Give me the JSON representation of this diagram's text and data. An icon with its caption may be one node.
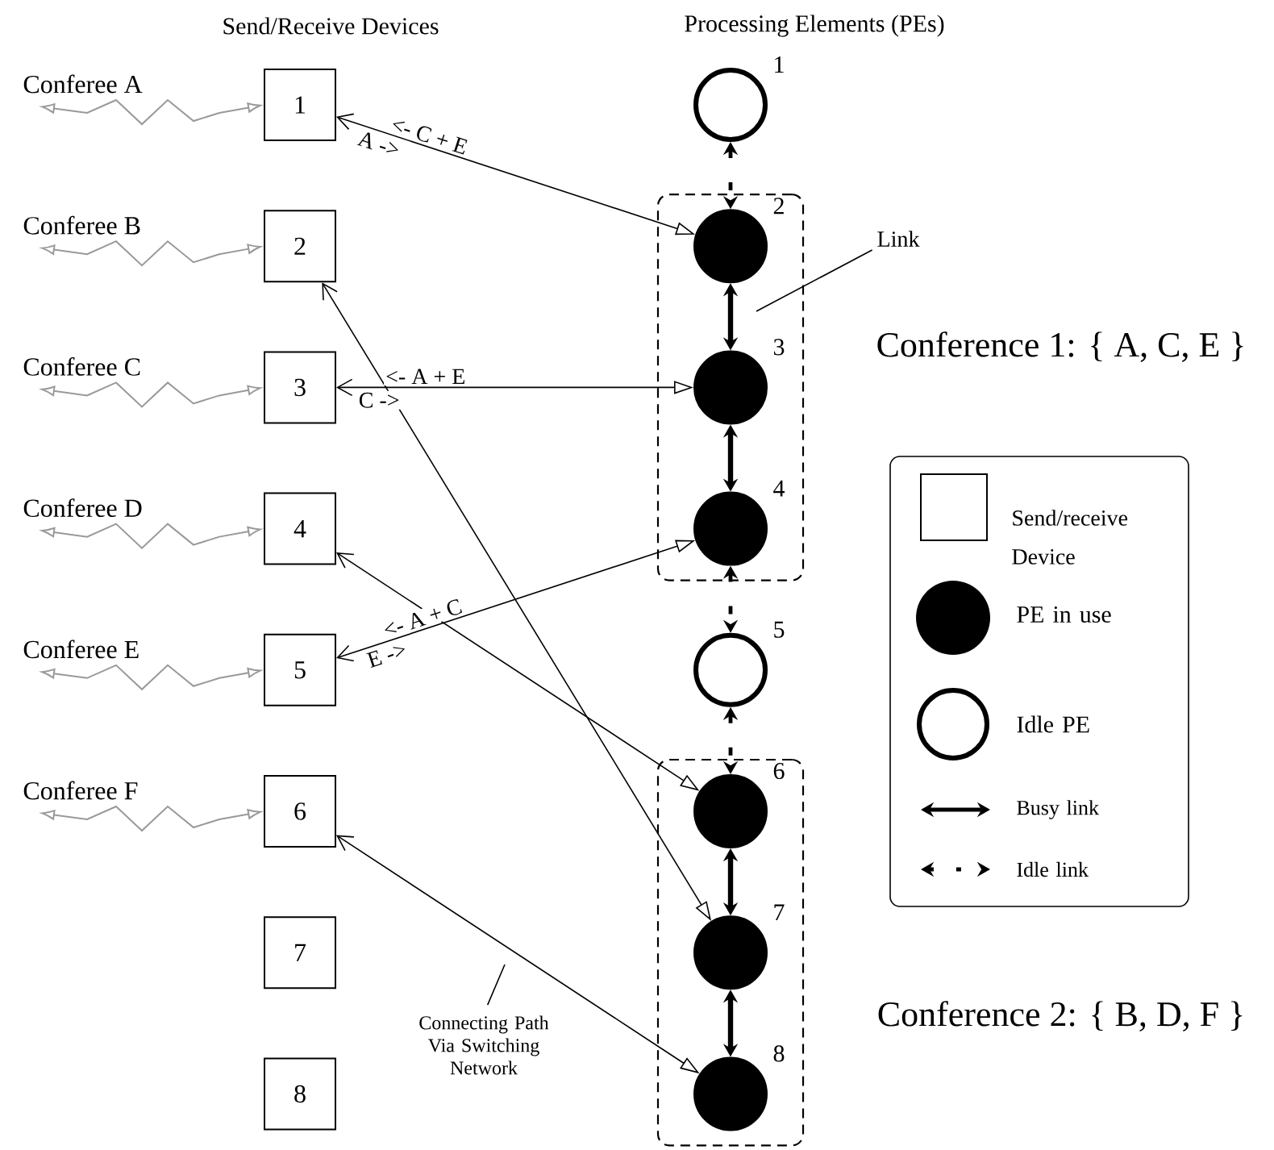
{
  "diagram": {
    "nodes": [
      {
        "text": [
          "1"
        ]
      },
      {
        "text": [
          "2"
        ]
      },
      {
        "text": [
          "3"
        ]
      },
      {
        "text": [
          "4"
        ]
      },
      {
        "text": [
          "5"
        ]
      },
      {
        "text": [
          "6"
        ]
      },
      {
        "text": [
          "7"
        ]
      },
      {
        "text": [
          "8"
        ]
      },
      {
        "text": [
          "1"
        ]
      },
      {
        "text": [],
        "shape": "box",
        "beside": [
          "Conference 1: { A, C, E }"
        ]
      },
      {
        "text": [
          "2"
        ],
        "in": 9
      },
      {
        "text": [
          "3"
        ],
        "in": 9
      },
      {
        "text": [
          "4"
        ],
        "in": 9
      },
      {
        "text": [
          "5"
        ]
      },
      {
        "text": [],
        "shape": "box",
        "beside": [
          "Conference 2: { B, D, F }"
        ]
      },
      {
        "text": [
          "6"
        ],
        "in": 14
      },
      {
        "text": [
          "7"
        ],
        "in": 14
      },
      {
        "text": [
          "8"
        ],
        "in": 14
      },
      {
        "text": [
          "Link"
        ]
      },
      {
        "text": [
          "Connecting Path Via Switching Network"
        ]
      },
      {
        "text": [
          "Conferee A"
        ]
      },
      {
        "text": [
          "Conferee B"
        ]
      },
      {
        "text": [
          "Conferee C"
        ]
      },
      {
        "text": [
          "Conferee D"
        ]
      },
      {
        "text": [
          "Conferee E"
        ]
      },
      {
        "text": [
          "Conferee F"
        ]
      }
    ],
    "edges": [
      {
        "from": 20,
        "to": 0,
        "arrow": "both",
        "color": "#999999"
      },
      {
        "from": 21,
        "to": 1,
        "arrow": "both",
        "color": "#999999"
      },
      {
        "from": 22,
        "to": 2,
        "arrow": "both",
        "color": "#999999"
      },
      {
        "from": 23,
        "to": 3,
        "arrow": "both",
        "color": "#999999"
      },
      {
        "from": 24,
        "to": 4,
        "arrow": "both",
        "color": "#999999"
      },
      {
        "from": 25,
        "to": 5,
        "arrow": "both",
        "color": "#999999"
      },
      {
        "from": 0,
        "to": 10,
        "arrow": "both",
        "label": "<- C + E"
      },
      {
        "from": 1,
        "to": 16,
        "arrow": "both"
      },
      {
        "from": 2,
        "to": 11,
        "arrow": "both",
        "label": "<- A + E"
      },
      {
        "from": 3,
        "to": 15,
        "arrow": "both"
      },
      {
        "from": 4,
        "to": 12,
        "arrow": "both",
        "label": "<- A + C"
      },
      {
        "from": 5,
        "to": 17,
        "arrow": "both"
      },
      {
        "from": 8,
        "to": 10,
        "arrow": "both",
        "style": "dashed"
      },
      {
        "from": 10,
        "to": 11,
        "arrow": "both",
        "style": "thick"
      },
      {
        "from": 11,
        "to": 12,
        "arrow": "both",
        "style": "thick"
      },
      {
        "from": 12,
        "to": 13,
        "arrow": "both",
        "style": "dashed"
      },
      {
        "from": 13,
        "to": 15,
        "arrow": "both",
        "style": "dashed"
      },
      {
        "from": 15,
        "to": 16,
        "arrow": "both",
        "style": "thick"
      },
      {
        "from": 16,
        "to": 17,
        "arrow": "both",
        "style": "thick"
      },
      {
        "from": 18,
        "to": null,
        "arrow": "none"
      },
      {
        "from": 19,
        "to": null,
        "arrow": "none"
      }
    ],
    "labels": [
      "Send/Receive Devices",
      "Processing Elements (PEs)",
      "A ->",
      "C ->",
      "E ->"
    ],
    "legend": [
      {
        "text": "Send/receive Device"
      },
      {
        "text": "PE in use"
      },
      {
        "text": "Idle PE"
      },
      {
        "text": "Busy link"
      },
      {
        "text": "Idle link"
      }
    ]
  }
}
